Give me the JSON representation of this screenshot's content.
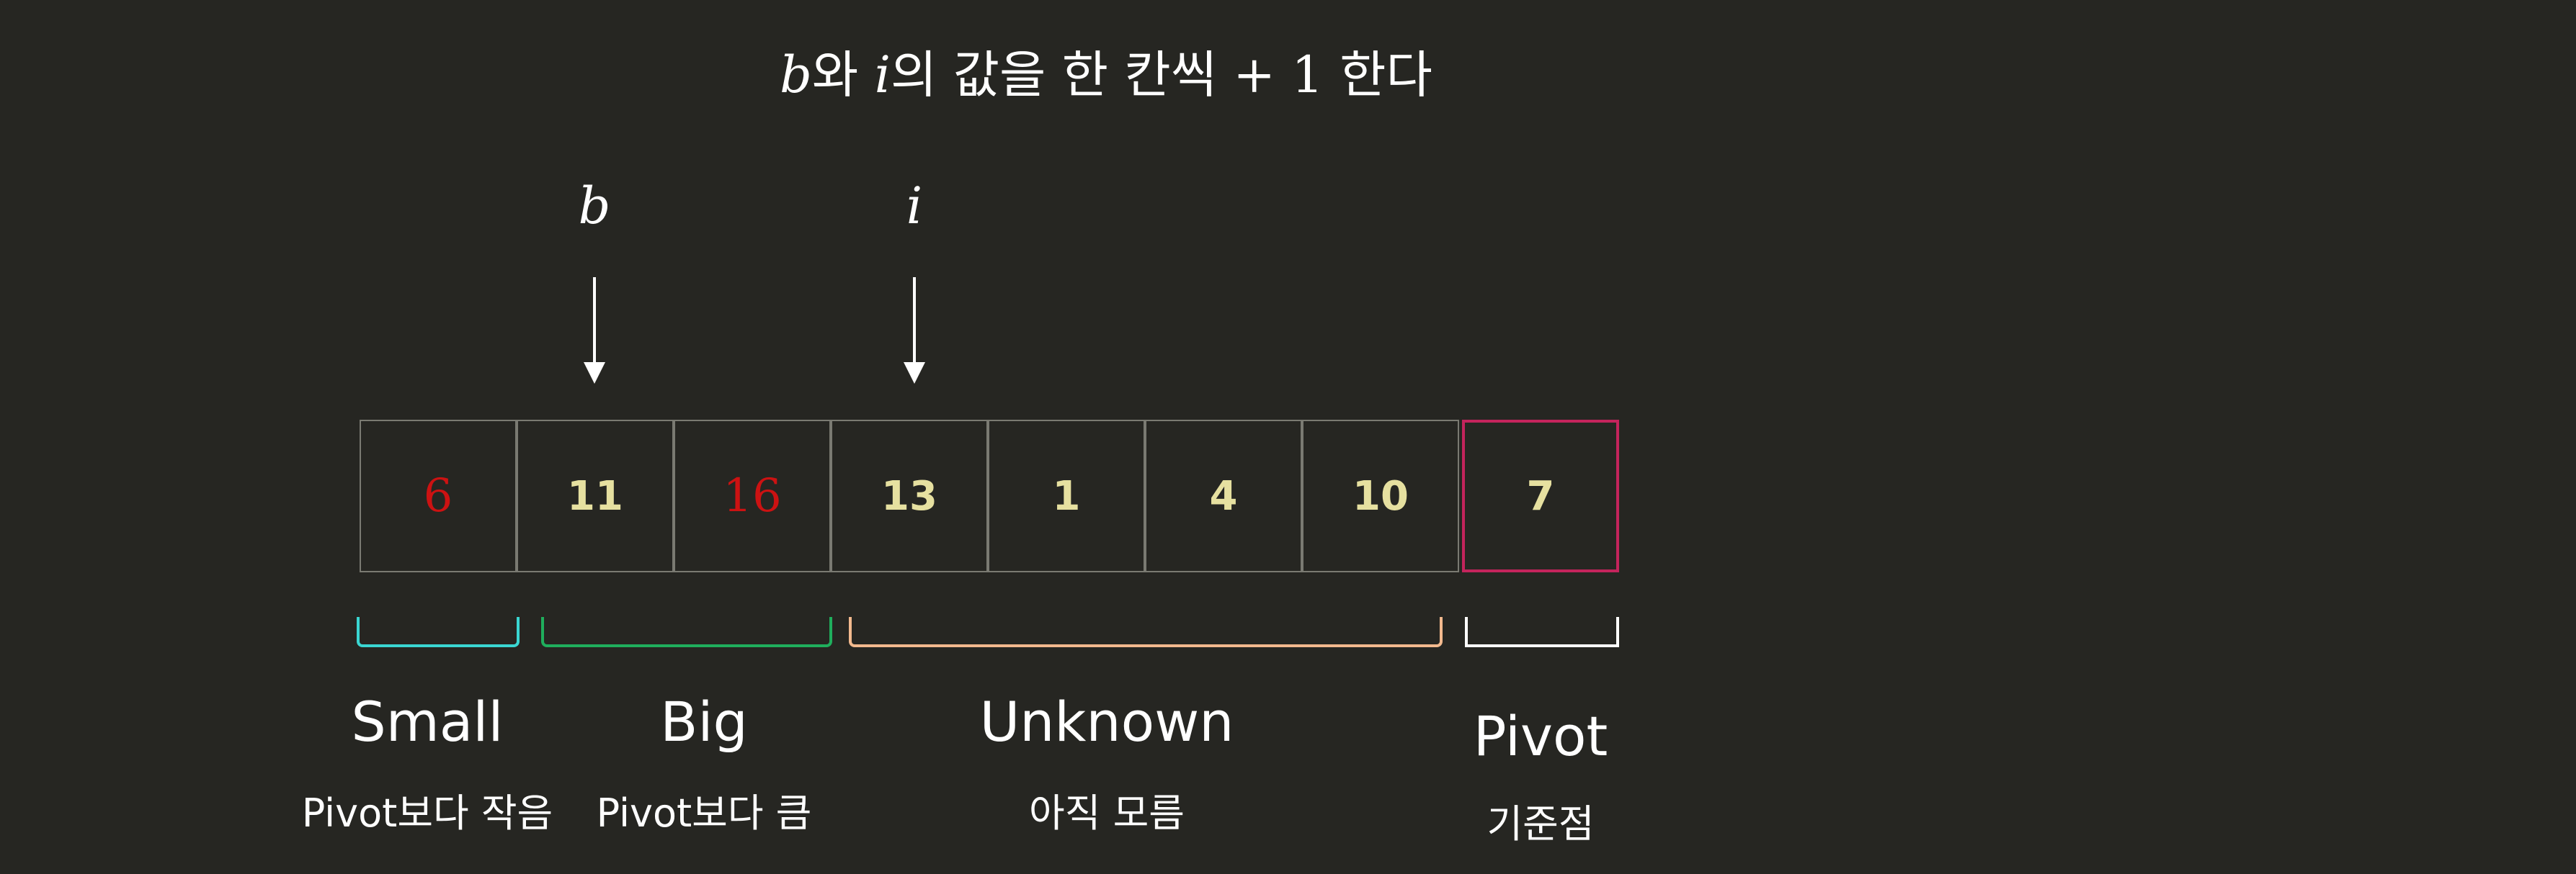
{
  "title": {
    "var1": "b",
    "mid1": "와 ",
    "var2": "i",
    "rest": "의 값을 한 칸씩 + 1 한다"
  },
  "pointers": [
    {
      "label": "b",
      "cell_index": 1
    },
    {
      "label": "i",
      "cell_index": 3
    }
  ],
  "cells": [
    {
      "value": "6",
      "color": "red"
    },
    {
      "value": "11",
      "color": "yellow"
    },
    {
      "value": "16",
      "color": "red"
    },
    {
      "value": "13",
      "color": "yellow"
    },
    {
      "value": "1",
      "color": "yellow"
    },
    {
      "value": "4",
      "color": "yellow"
    },
    {
      "value": "10",
      "color": "yellow"
    },
    {
      "value": "7",
      "color": "yellow",
      "pivot": true
    }
  ],
  "groups": [
    {
      "name": "Small",
      "desc": "Pivot보다 작음",
      "color": "#3ad6d2"
    },
    {
      "name": "Big",
      "desc": "Pivot보다 큼",
      "color": "#1fae5c"
    },
    {
      "name": "Unknown",
      "desc": "아직 모름",
      "color": "#f2b98e"
    },
    {
      "name": "Pivot",
      "desc": "기준점",
      "color": "#ffffff"
    }
  ],
  "colors": {
    "background": "#262622",
    "cell_border": "#7a7a72",
    "pivot_border": "#c4245c",
    "value_yellow": "#e6e0a0",
    "value_red": "#cc1212"
  }
}
